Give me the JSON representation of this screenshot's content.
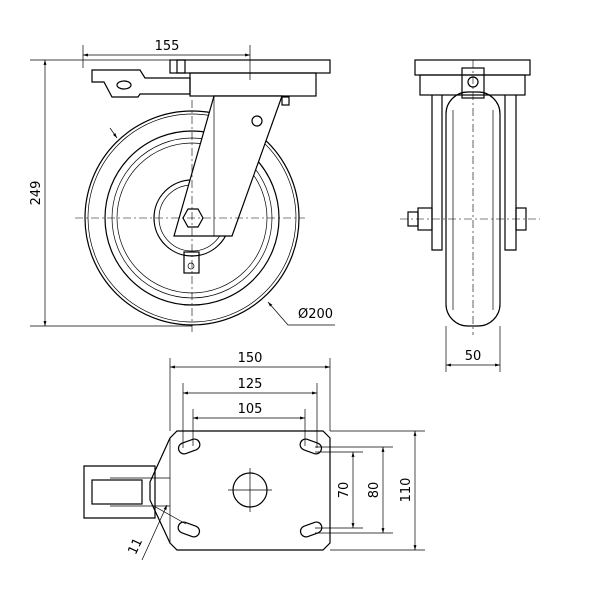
{
  "dimensions": {
    "top_offset": "155",
    "total_height": "249",
    "wheel_diameter": "Ø200",
    "wheel_width": "50",
    "plate_width": "150",
    "hole_span_outer": "125",
    "hole_span_inner": "105",
    "hole_span_v_inner": "70",
    "hole_span_v_outer": "80",
    "plate_depth": "110",
    "slot_width": "11"
  },
  "colors": {
    "line": "#000000",
    "background": "#ffffff"
  }
}
